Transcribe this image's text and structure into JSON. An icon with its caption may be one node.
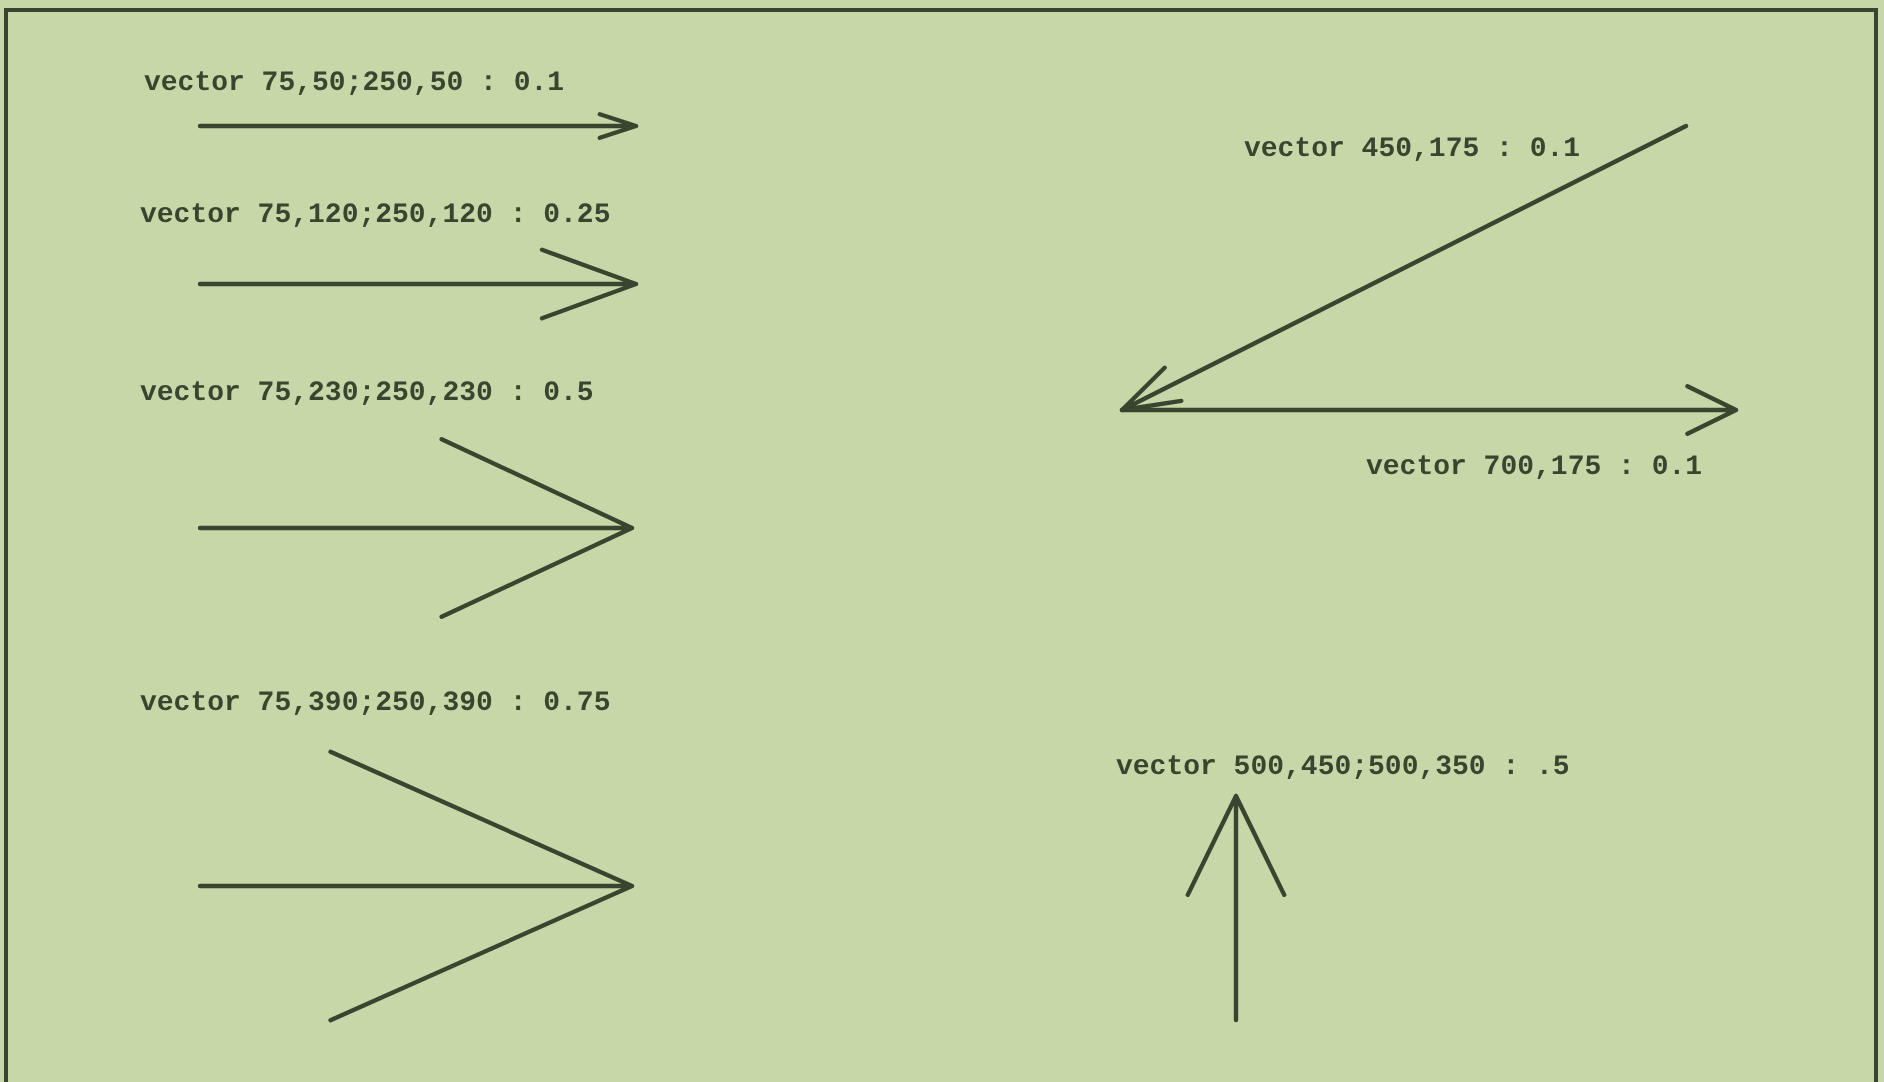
{
  "diagram": {
    "labels": [
      "vector 75,50;250,50 : 0.1",
      "vector 450,175 : 0.1",
      "vector 75,120;250,120 : 0.25",
      "vector 75,230;250,230 : 0.5",
      "vector 700,175 : 0.1",
      "vector 75,390;250,390 : 0.75",
      "vector 500,450;500,350 : .5"
    ]
  }
}
